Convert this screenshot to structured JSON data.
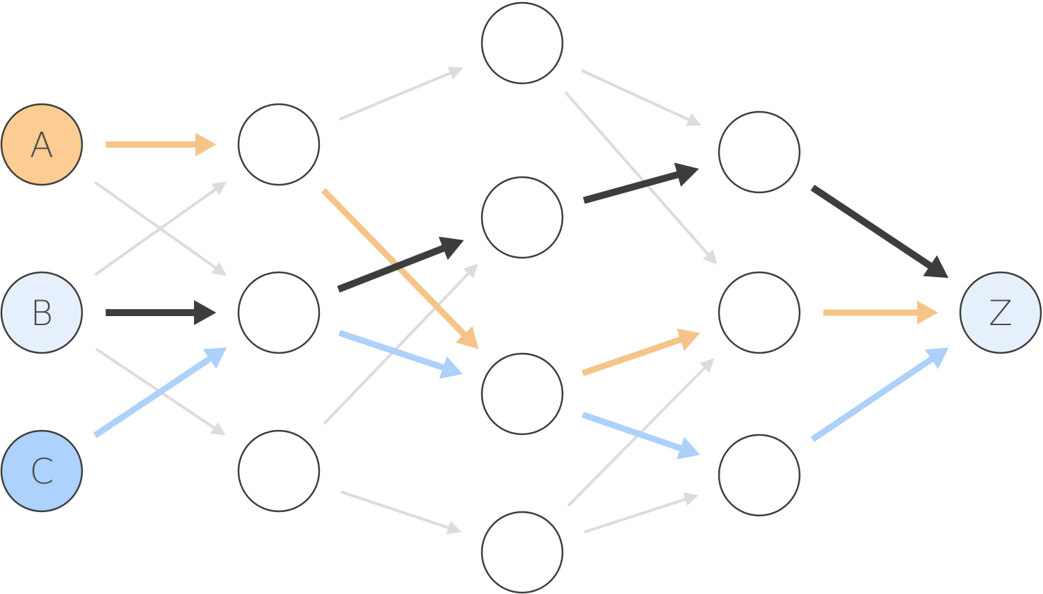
{
  "colors": {
    "orange": "#f5c48a",
    "orange_fill": "#fccc93",
    "light_blue_fill": "#e6f0fd",
    "blue": "#acd1fa",
    "blue_fill": "#acd2fd",
    "dark": "#3d3d3d",
    "gray": "#dcdcdc",
    "white": "#ffffff"
  },
  "nodes": [
    {
      "id": "A",
      "label": "A",
      "fill": "orange_fill"
    },
    {
      "id": "B",
      "label": "B",
      "fill": "light_blue_fill"
    },
    {
      "id": "C",
      "label": "C",
      "fill": "blue_fill"
    },
    {
      "id": "h1a",
      "label": "",
      "fill": "white"
    },
    {
      "id": "h1b",
      "label": "",
      "fill": "white"
    },
    {
      "id": "h1c",
      "label": "",
      "fill": "white"
    },
    {
      "id": "h2a",
      "label": "",
      "fill": "white"
    },
    {
      "id": "h2b",
      "label": "",
      "fill": "white"
    },
    {
      "id": "h2c",
      "label": "",
      "fill": "white"
    },
    {
      "id": "h2d",
      "label": "",
      "fill": "white"
    },
    {
      "id": "h3a",
      "label": "",
      "fill": "white"
    },
    {
      "id": "h3b",
      "label": "",
      "fill": "white"
    },
    {
      "id": "h3c",
      "label": "",
      "fill": "white"
    },
    {
      "id": "Z",
      "label": "Z",
      "fill": "light_blue_fill"
    }
  ],
  "edges": [
    {
      "from": "A",
      "to": "h1a",
      "color": "orange"
    },
    {
      "from": "A",
      "to": "h1b",
      "color": "gray"
    },
    {
      "from": "B",
      "to": "h1a",
      "color": "gray"
    },
    {
      "from": "B",
      "to": "h1b",
      "color": "dark"
    },
    {
      "from": "B",
      "to": "h1c",
      "color": "gray"
    },
    {
      "from": "C",
      "to": "h1b",
      "color": "blue"
    },
    {
      "from": "h1a",
      "to": "h2a",
      "color": "gray"
    },
    {
      "from": "h1a",
      "to": "h2c",
      "color": "orange"
    },
    {
      "from": "h1b",
      "to": "h2b",
      "color": "dark"
    },
    {
      "from": "h1b",
      "to": "h2c",
      "color": "blue"
    },
    {
      "from": "h1c",
      "to": "h2b",
      "color": "gray"
    },
    {
      "from": "h1c",
      "to": "h2d",
      "color": "gray"
    },
    {
      "from": "h2a",
      "to": "h3a",
      "color": "gray"
    },
    {
      "from": "h2a",
      "to": "h3b",
      "color": "gray"
    },
    {
      "from": "h2b",
      "to": "h3a",
      "color": "dark"
    },
    {
      "from": "h2c",
      "to": "h3b",
      "color": "orange"
    },
    {
      "from": "h2c",
      "to": "h3c",
      "color": "blue"
    },
    {
      "from": "h2d",
      "to": "h3b",
      "color": "gray"
    },
    {
      "from": "h2d",
      "to": "h3c",
      "color": "gray"
    },
    {
      "from": "h3a",
      "to": "Z",
      "color": "dark"
    },
    {
      "from": "h3b",
      "to": "Z",
      "color": "orange"
    },
    {
      "from": "h3c",
      "to": "Z",
      "color": "blue"
    }
  ]
}
